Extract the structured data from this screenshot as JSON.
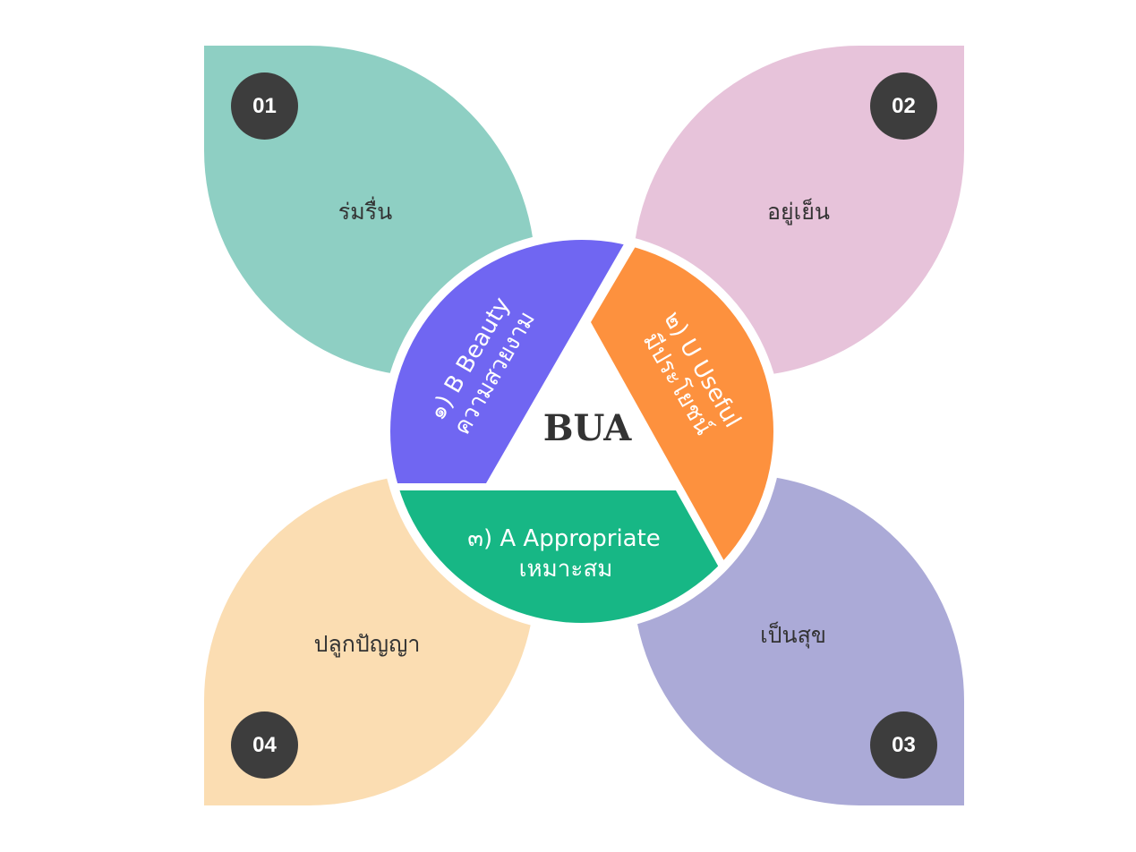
{
  "colors": {
    "petal1": "#8ECFC3",
    "petal2": "#E7C3DA",
    "petal3": "#ABAAD7",
    "petal4": "#FBDDB2",
    "beauty": "#7066F2",
    "useful": "#FD913E",
    "appropriate": "#17B785",
    "badge": "#3D3D3D"
  },
  "center": {
    "title": "BUA"
  },
  "petals": [
    {
      "number": "01",
      "label": "ร่มรื่น"
    },
    {
      "number": "02",
      "label": "อยู่เย็น"
    },
    {
      "number": "03",
      "label": "เป็นสุข"
    },
    {
      "number": "04",
      "label": "ปลูกปัญญา"
    }
  ],
  "segments": [
    {
      "line1": "๑) B Beauty",
      "line2": "ความสวยงาม"
    },
    {
      "line1": "๒) U Useful",
      "line2": "มีประโยชน์"
    },
    {
      "line1": "๓) A Appropriate",
      "line2": "เหมาะสม"
    }
  ]
}
